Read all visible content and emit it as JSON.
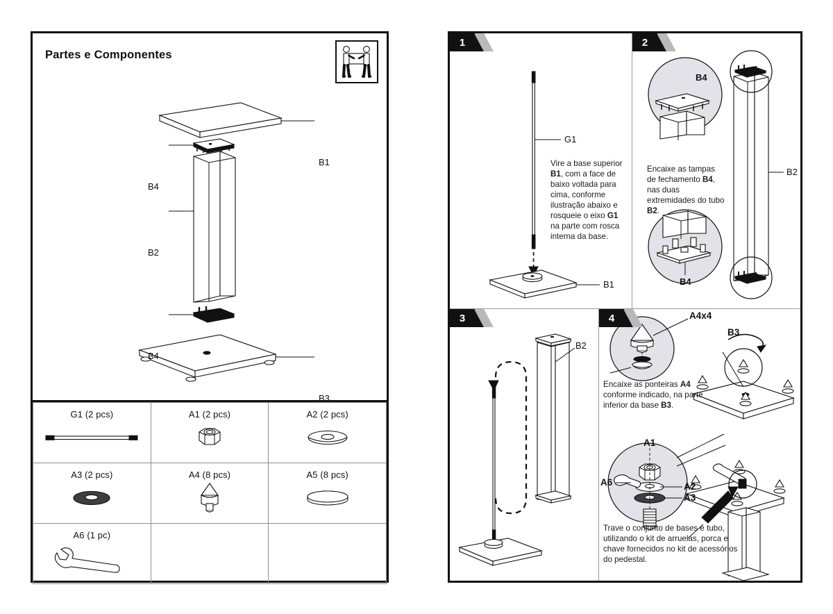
{
  "document": {
    "language": "pt-BR",
    "type": "assembly-instructions"
  },
  "left_panel": {
    "title": "Partes e Componentes",
    "safety_icon": "two-person-lift-icon",
    "exploded_labels": {
      "b1": "B1",
      "b4_top": "B4",
      "b2": "B2",
      "b4_bottom": "B4",
      "b3": "B3"
    },
    "parts_table": {
      "rows": [
        [
          {
            "label": "G1 (2 pcs)",
            "icon": "threaded-rod-icon"
          },
          {
            "label": "A1 (2 pcs)",
            "icon": "hex-nut-icon"
          },
          {
            "label": "A2 (2 pcs)",
            "icon": "flat-washer-icon"
          }
        ],
        [
          {
            "label": "A3 (2 pcs)",
            "icon": "dark-washer-icon"
          },
          {
            "label": "A4 (8 pcs)",
            "icon": "spike-foot-icon"
          },
          {
            "label": "A5 (8 pcs)",
            "icon": "disc-pad-icon"
          }
        ],
        [
          {
            "label": "A6 (1 pc)",
            "icon": "wrench-icon"
          },
          {
            "label": "",
            "icon": ""
          },
          {
            "label": "",
            "icon": ""
          }
        ]
      ]
    }
  },
  "right_panel": {
    "steps": [
      {
        "number": "1",
        "caption_line1": "Vire a base superior",
        "caption_b1": "B1",
        "caption_line2": ", com a face de baixo voltada para cima, conforme ilustração abaixo e rosqueie o eixo ",
        "caption_g1": "G1",
        "caption_line3": " na parte com rosca interna da base.",
        "caption_full": "Vire a base superior B1, com a face de baixo voltada para cima, conforme ilustração abaixo e rosqueie o eixo G1 na parte com rosca interna da base.",
        "labels": {
          "rod": "G1",
          "plate": "B1"
        }
      },
      {
        "number": "2",
        "caption_line1": "Encaixe as tampas de fechamento ",
        "caption_b4": "B4",
        "caption_line2": ", nas duas extremidades do tubo ",
        "caption_b2": "B2",
        "caption_line3": ".",
        "caption_full": "Encaixe as tampas de fechamento B4, nas duas extremidades do tubo B2.",
        "labels": {
          "cap_top": "B4",
          "cap_bottom": "B4",
          "tube": "B2"
        }
      },
      {
        "number": "3",
        "caption_full": "",
        "labels": {
          "tube": "B2"
        }
      },
      {
        "number": "4",
        "caption_a_line1": "Encaixe as ponteiras ",
        "caption_a_a4": "A4",
        "caption_a_line2": " conforme indicado, na parte inferior da base ",
        "caption_a_b3": "B3",
        "caption_a_line3": ".",
        "caption_a_full": "Encaixe as ponteiras A4 conforme indicado, na parte inferior da base B3.",
        "caption_b_full": "Trave o conjunto de bases e tubo, utilizando o kit de arruelas, porca e chave fornecidos no kit de acessórios do pedestal.",
        "labels": {
          "spike": "A4x4",
          "base": "B3",
          "nut": "A1",
          "washer_a2": "A2",
          "washer_a3": "A3",
          "wrench": "A6"
        }
      }
    ]
  },
  "colors": {
    "ink": "#111111",
    "grid": "#8e8e8e",
    "magnifier_fill": "#e2e2e8",
    "badge_slash": "#b9b9b9",
    "paper": "#ffffff"
  }
}
